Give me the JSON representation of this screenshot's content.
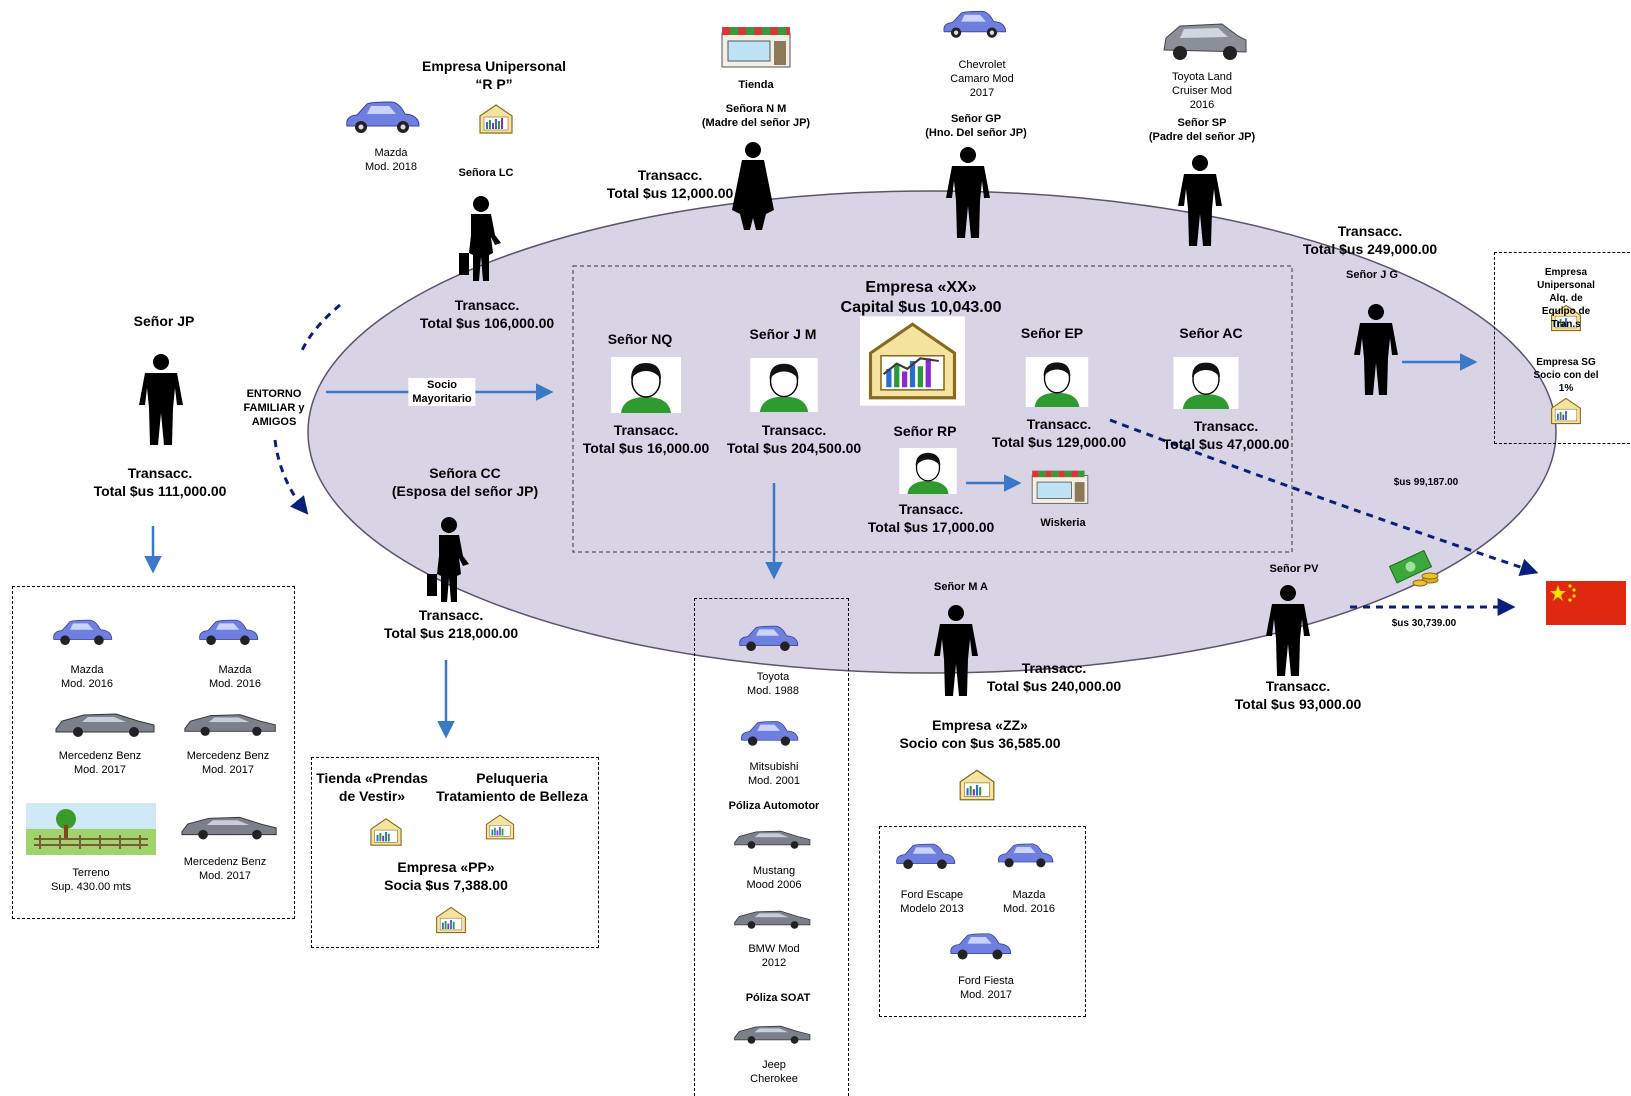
{
  "colors": {
    "ellipse_fill": "#d9d3e6",
    "ellipse_stroke": "#5a5470",
    "arrow_blue": "#3a78c8",
    "arrow_navy": "#0a1f7a",
    "car_blue": "#6f7fe0",
    "flag_red": "#de2910",
    "flag_yellow": "#ffde00",
    "avatar_green": "#2f9a2f"
  },
  "entorno": "ENTORNO\nFAMILIAR y\nAMIGOS",
  "socio_mayoritario": "Socio\nMayoritario",
  "jp": {
    "name": "Señor JP",
    "trans": "Transacc.\nTotal $us 111,000.00"
  },
  "jp_assets": [
    {
      "label": "Mazda\nMod. 2016",
      "icon": "car-blue-icon"
    },
    {
      "label": "Mazda\nMod. 2016",
      "icon": "car-blue-icon"
    },
    {
      "label": "Mercedenz Benz\nMod. 2017",
      "icon": "car-silver-icon"
    },
    {
      "label": "Mercedenz Benz\nMod. 2017",
      "icon": "car-silver-icon"
    },
    {
      "label": "Terreno\nSup. 430.00 mts",
      "icon": "land-icon"
    },
    {
      "label": "Mercedenz Benz\nMod. 2017",
      "icon": "car-silver-icon"
    }
  ],
  "rp": {
    "title": "Empresa Unipersonal\n“R P”"
  },
  "lc": {
    "name": "Señora LC",
    "trans": "Transacc.\nTotal $us 106,000.00",
    "car": "Mazda\nMod. 2018"
  },
  "nm": {
    "store": "Tienda",
    "name": "Señora N M\n(Madre del señor JP)",
    "trans": "Transacc.\nTotal $us 12,000.00"
  },
  "gp": {
    "car": "Chevrolet\nCamaro Mod\n2017",
    "name": "Señor GP\n(Hno. Del señor JP)"
  },
  "sp": {
    "car": "Toyota Land\nCruiser Mod\n2016",
    "name": "Señor SP\n(Padre del señor JP)"
  },
  "jg": {
    "trans": "Transacc.\nTotal $us 249,000.00",
    "name": "Señor J G"
  },
  "jg_box": {
    "company1": "Empresa Unipersonal\nAlq. de Equipo de Tran.s",
    "company2": "Empresa SG\nSocio con del 1%"
  },
  "xx": {
    "title": "Empresa «XX»\nCapital $us 10,043.00"
  },
  "nq": {
    "name": "Señor NQ",
    "trans": "Transacc.\nTotal $us 16,000.00"
  },
  "jm": {
    "name": "Señor J M",
    "trans": "Transacc.\nTotal $us 204,500.00"
  },
  "ep": {
    "name": "Señor EP",
    "trans": "Transacc.\nTotal $us 129,000.00"
  },
  "ac": {
    "name": "Señor AC",
    "trans": "Transacc.\nTotal $us 47,000.00"
  },
  "rpp": {
    "name": "Señor RP",
    "trans": "Transacc.\nTotal $us 17,000.00",
    "store": "Wiskeria"
  },
  "cc": {
    "name": "Señora CC\n(Esposa del señor JP)",
    "trans": "Transacc.\nTotal $us 218,000.00"
  },
  "pp": {
    "tienda": "Tienda «Prendas\nde Vestir»",
    "peluqueria": "Peluqueria\nTratamiento de Belleza",
    "title": "Empresa «PP»\nSocia $us 7,388.00"
  },
  "jm_assets": {
    "toyota": "Toyota\nMod. 1988",
    "mitsubishi": "Mitsubishi\nMod. 2001",
    "poliza_auto": "Póliza Automotor",
    "mustang": "Mustang\nMood 2006",
    "bmw": "BMW Mod\n2012",
    "poliza_soat": "Póliza SOAT",
    "jeep": "Jeep\nCherokee"
  },
  "ma": {
    "name": "Señor M A",
    "trans": "Transacc.\nTotal $us 240,000.00"
  },
  "zz": {
    "title": "Empresa «ZZ»\nSocio con $us 36,585.00"
  },
  "zz_assets": {
    "ford_escape": "Ford Escape\nModelo 2013",
    "mazda": "Mazda\nMod. 2016",
    "ford_fiesta": "Ford Fiesta\nMod. 2017"
  },
  "pv": {
    "name": "Señor PV",
    "trans": "Transacc.\nTotal $us 93,000.00"
  },
  "flows": {
    "amount1": "$us 99,187.00",
    "amount2": "$us 30,739.00"
  }
}
